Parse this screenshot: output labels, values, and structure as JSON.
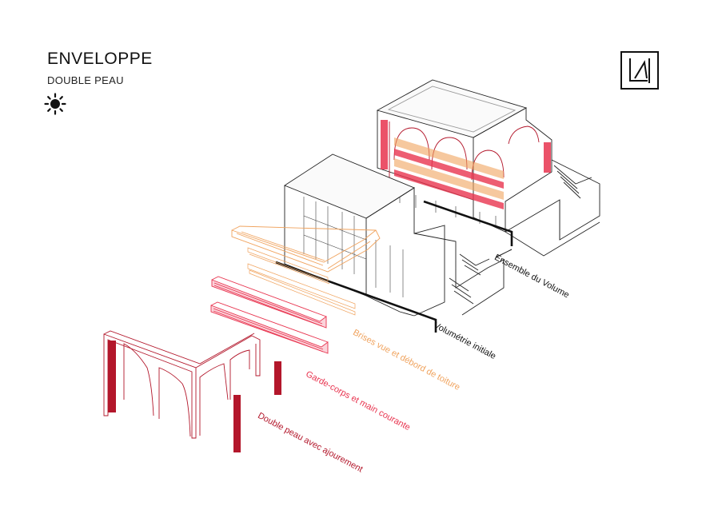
{
  "header": {
    "title": "ENVELOPPE",
    "subtitle": "DOUBLE PEAU"
  },
  "icons": {
    "sun": "sun-icon",
    "logo": "studio-logo-icon"
  },
  "labels": {
    "ensemble": "Ensemble du  Volume",
    "volumetrie": "Volumétrie initiale",
    "brises": "Brises vue et débord de toiture",
    "garde": "Garde-corps et main courante",
    "double": "Double peau avec ajourement"
  },
  "colors": {
    "black": "#111111",
    "orange": "#f0a35e",
    "red": "#e8344f",
    "dark_red": "#b3172b"
  }
}
